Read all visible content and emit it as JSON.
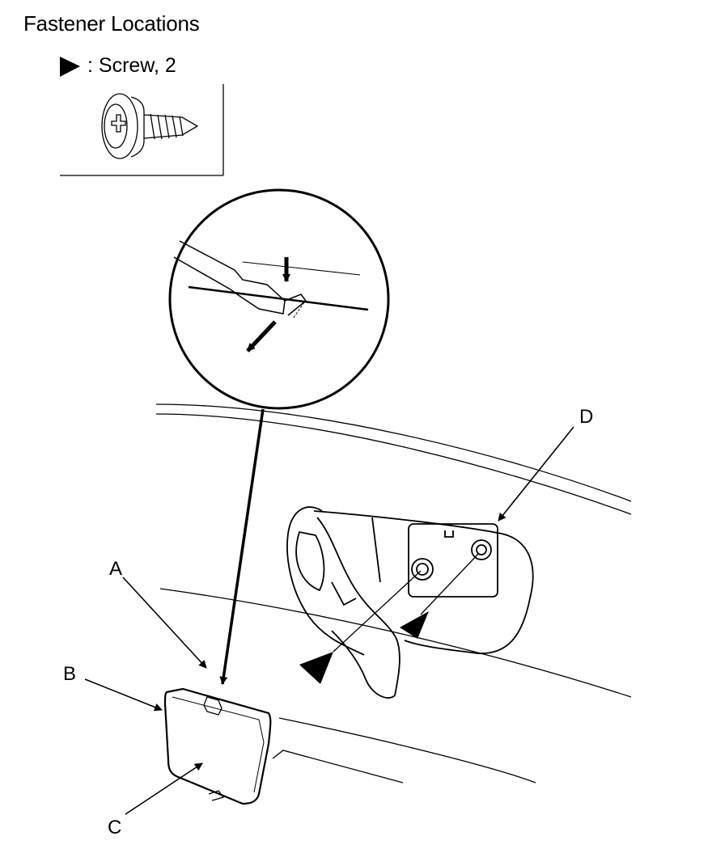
{
  "title": "Fastener Locations",
  "legend": {
    "symbol": "black-triangle-icon",
    "label": ": Screw, 2"
  },
  "callouts": {
    "a": "A",
    "b": "B",
    "c": "C",
    "d": "D"
  }
}
